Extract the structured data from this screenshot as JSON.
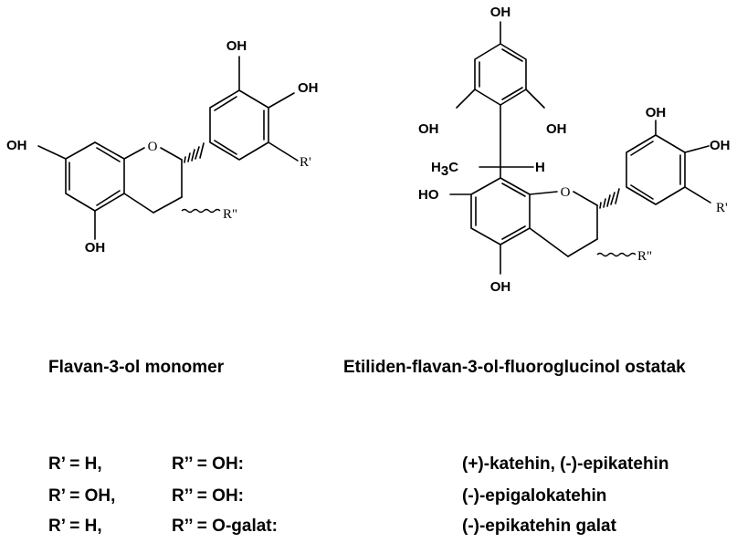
{
  "structures": {
    "monomer": {
      "caption": "Flavan-3-ol monomer",
      "labels": {
        "oh_top": "OH",
        "oh_right": "OH",
        "oh_left": "OH",
        "oh_bottom": "OH",
        "o_ring": "O",
        "r1": "R'",
        "r2": "R\""
      }
    },
    "dimer": {
      "caption": "Etiliden-flavan-3-ol-fluoroglucinol ostatak",
      "labels": {
        "oh_top": "OH",
        "oh_ph_left": "OH",
        "oh_ph_right": "OH",
        "h3c": "H",
        "h3c_sub": "3",
        "h3c_c": "C",
        "h": "H",
        "oh_a_left": "HO",
        "oh_a_bottom": "OH",
        "o_ring": "O",
        "oh_b_top": "OH",
        "oh_b_right": "OH",
        "r1": "R'",
        "r2": "R\""
      }
    }
  },
  "substitutions": [
    {
      "r1": "R’ = H,",
      "r2": "R’’ = OH:",
      "compound": "(+)-katehin, (-)-epikatehin"
    },
    {
      "r1": "R’ = OH,",
      "r2": "R’’ = OH:",
      "compound": "(-)-epigalokatehin"
    },
    {
      "r1": "R’ = H,",
      "r2": "R’’ = O-galat:",
      "compound": "(-)-epikatehin galat"
    }
  ]
}
